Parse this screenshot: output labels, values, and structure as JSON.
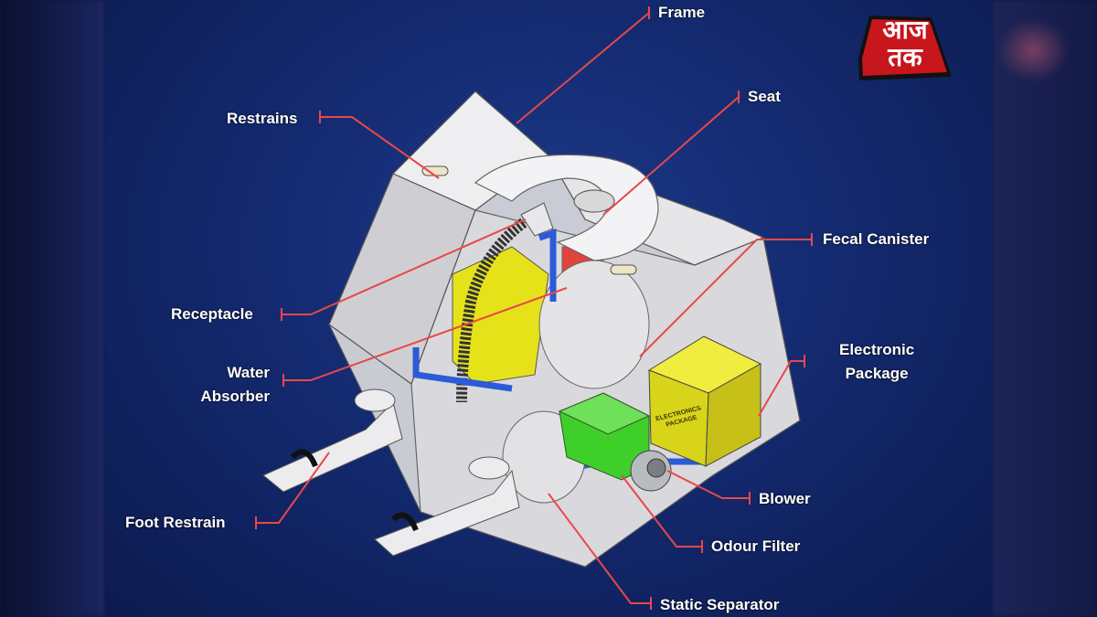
{
  "logo": {
    "text_line1": "आज",
    "text_line2": "तक",
    "color": "#c8161d"
  },
  "labels": {
    "frame": "Frame",
    "seat": "Seat",
    "restrains": "Restrains",
    "fecal_canister": "Fecal Canister",
    "receptacle": "Receptacle",
    "water_absorber_1": "Water",
    "water_absorber_2": "Absorber",
    "electronic_package_1": "Electronic",
    "electronic_package_2": "Package",
    "blower": "Blower",
    "odour_filter": "Odour Filter",
    "static_separator": "Static Separator",
    "foot_restrain": "Foot Restrain"
  },
  "box_label": "ELECTRONICS PACKAGE",
  "colors": {
    "leader": "#e8474a",
    "background": "#142a70",
    "component_yellow": "#e6e21a",
    "component_green": "#3fcf2a",
    "component_red": "#e0443c",
    "component_blue": "#2b5bd6"
  }
}
